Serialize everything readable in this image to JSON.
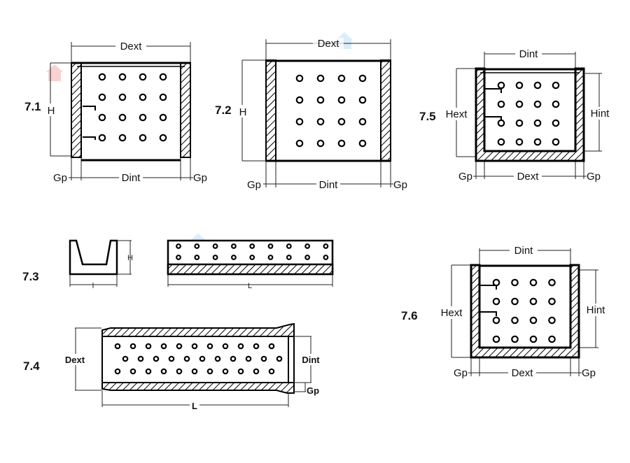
{
  "figures": [
    {
      "id": "7.1",
      "labels": {
        "top": "Dext",
        "side": "H",
        "bottom_left": "Gp",
        "bottom_mid": "Dint",
        "bottom_right": "Gp"
      }
    },
    {
      "id": "7.2",
      "labels": {
        "top": "Dext",
        "side": "H",
        "bottom_left": "Gp",
        "bottom_mid": "Dint",
        "bottom_right": "Gp"
      }
    },
    {
      "id": "7.5",
      "labels": {
        "top": "Dint",
        "left": "Hext",
        "right": "Hint",
        "bottom_left": "Gp",
        "bottom_mid": "Dext",
        "bottom_right": "Gp"
      }
    },
    {
      "id": "7.3",
      "labels": {
        "side": "H",
        "bottom": "l",
        "length": "L"
      }
    },
    {
      "id": "7.4",
      "labels": {
        "left": "Dext",
        "right": "Dint",
        "gap": "Gp",
        "length": "L"
      }
    },
    {
      "id": "7.6",
      "labels": {
        "top": "Dint",
        "left": "Hext",
        "right": "Hint",
        "bottom_left": "Gp",
        "bottom_mid": "Dext",
        "bottom_right": "Gp"
      }
    }
  ],
  "hole_grid": {
    "rows": 4,
    "cols": 4
  },
  "strip_holes": {
    "rows": 2,
    "cols": 9
  },
  "tube_holes": {
    "rows": 3,
    "cols": 11
  },
  "colors": {
    "line": "#000000",
    "background": "#ffffff",
    "watermark_red": "#f4b4b4",
    "watermark_blue": "#bfe3f5"
  }
}
